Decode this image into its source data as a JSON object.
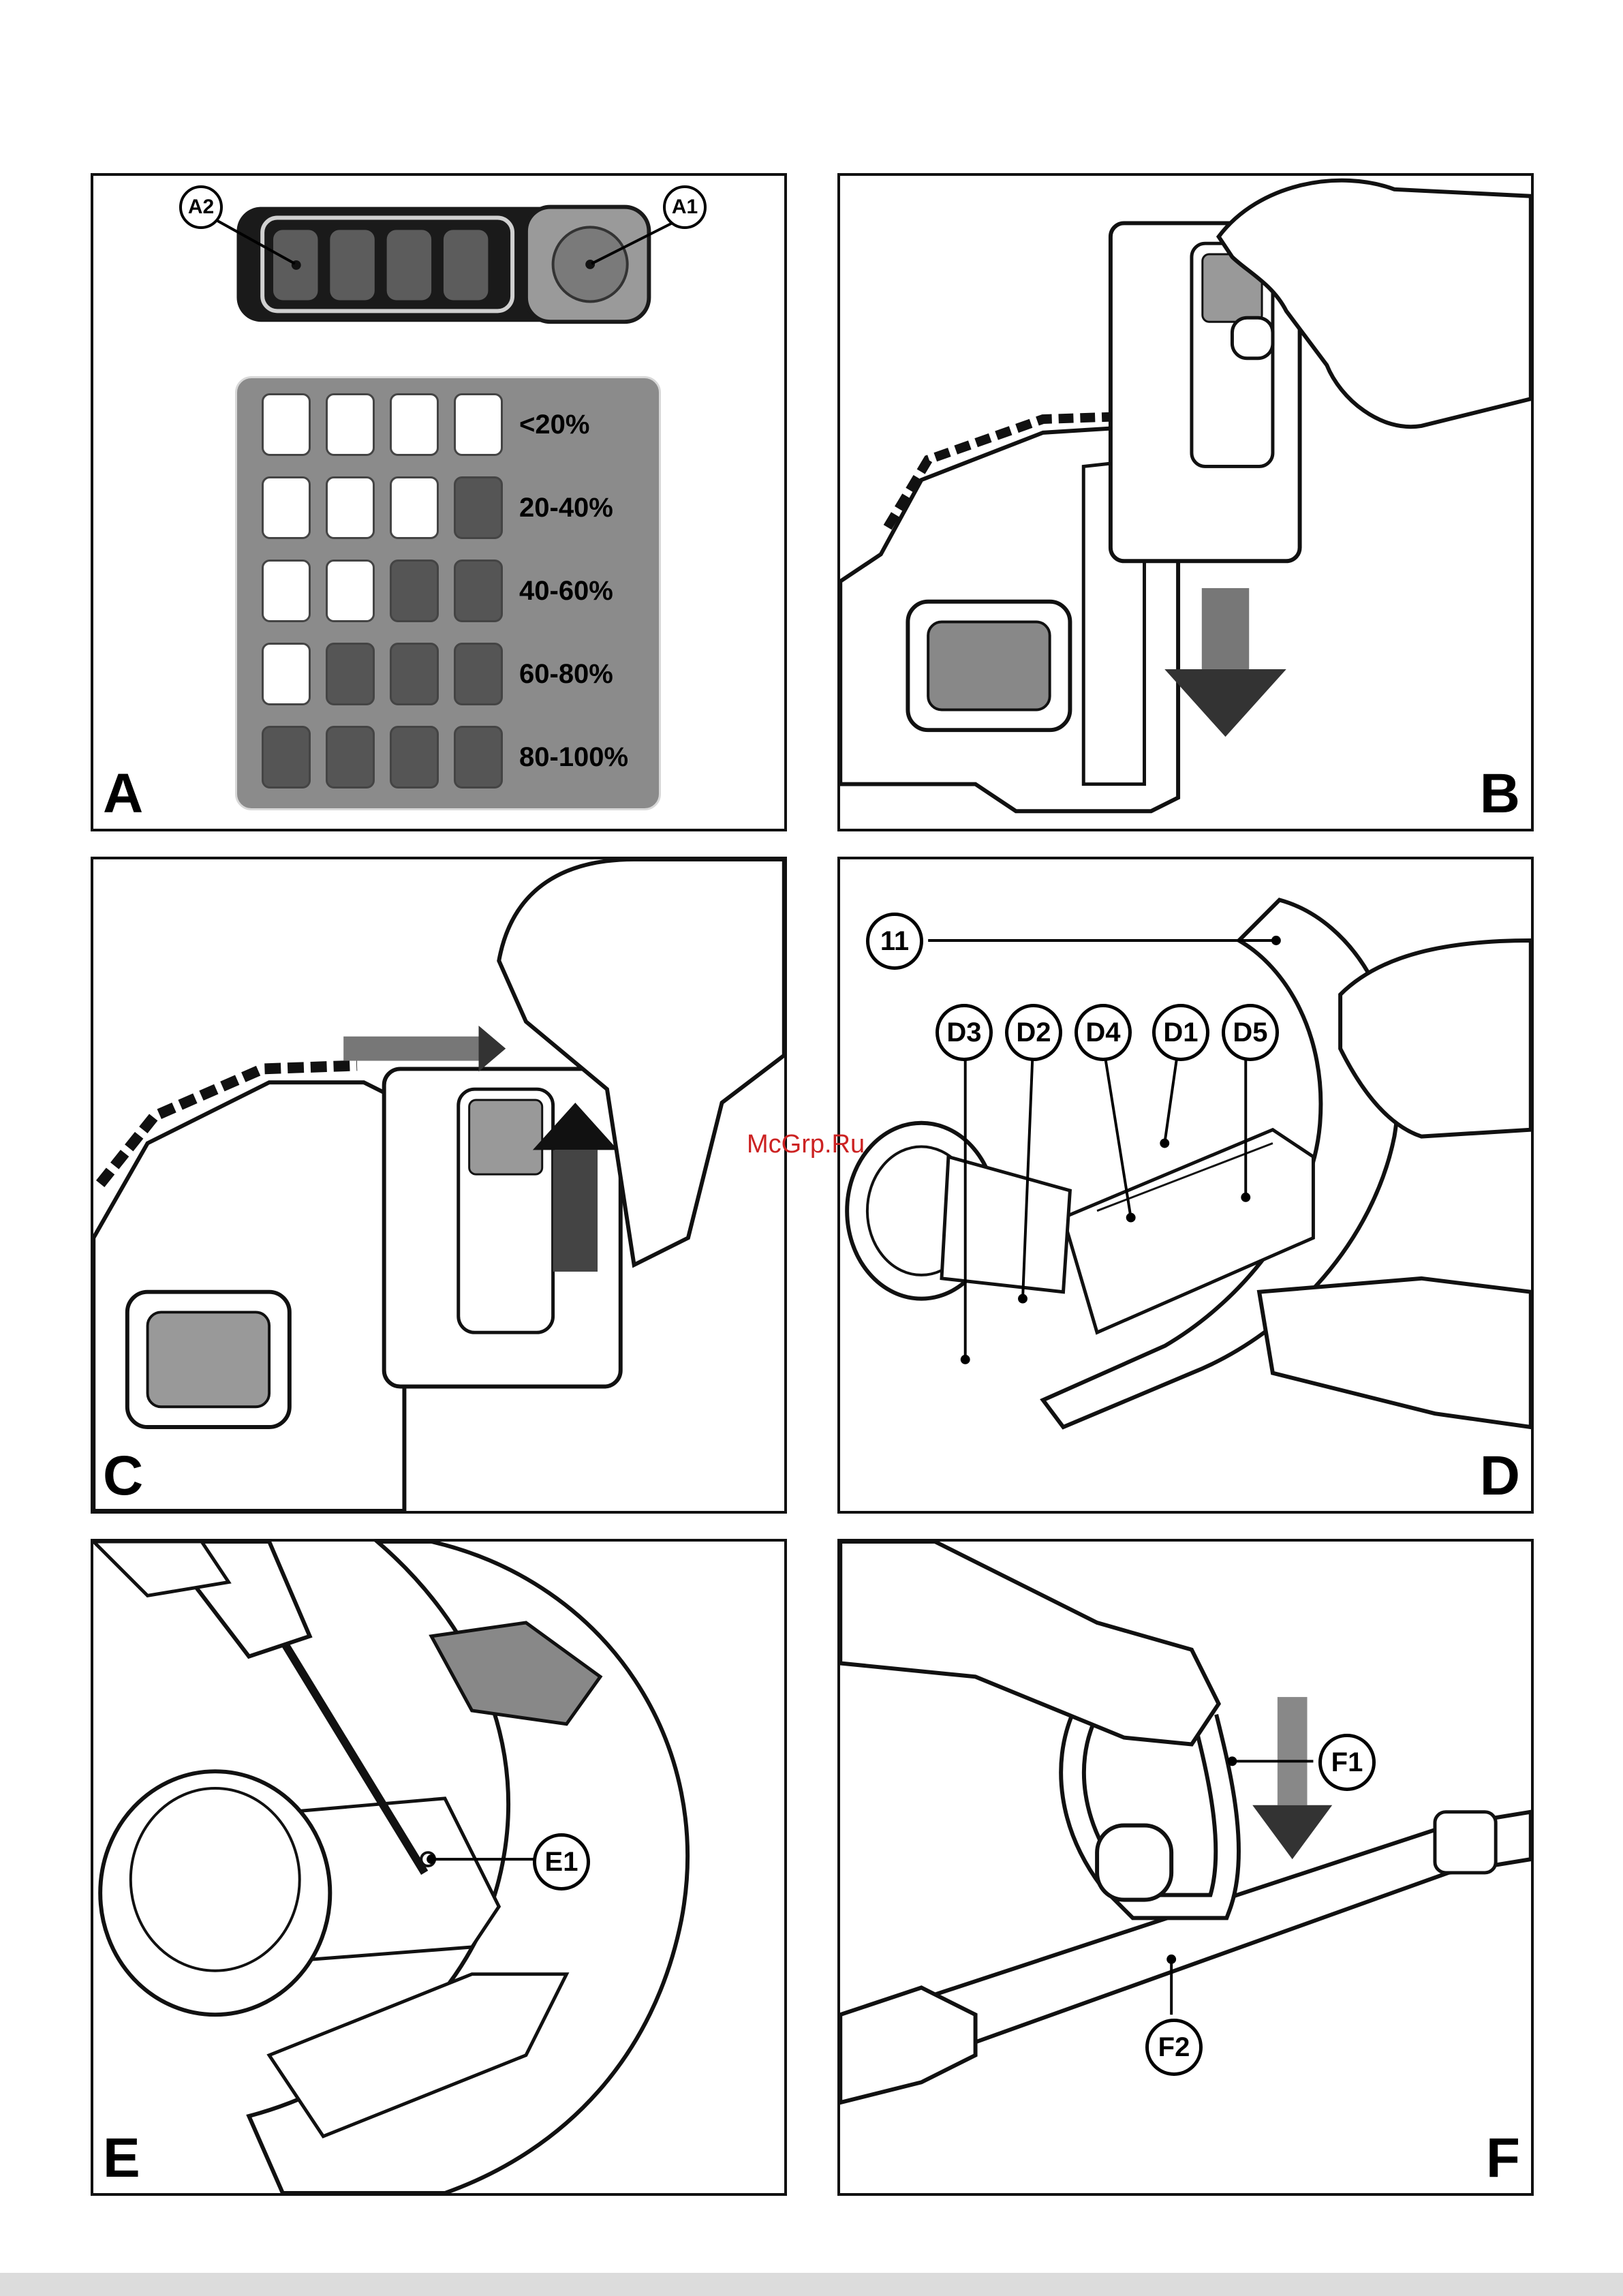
{
  "panels": {
    "a": {
      "label": "A"
    },
    "b": {
      "label": "B"
    },
    "c": {
      "label": "C"
    },
    "d": {
      "label": "D"
    },
    "e": {
      "label": "E"
    },
    "f": {
      "label": "F"
    }
  },
  "callouts": {
    "a1": "A1",
    "a2": "A2",
    "n11": "11",
    "d1": "D1",
    "d2": "D2",
    "d3": "D3",
    "d4": "D4",
    "d5": "D5",
    "e1": "E1",
    "f1": "F1",
    "f2": "F2"
  },
  "charge_levels": [
    {
      "label": "<20%",
      "filled": 0
    },
    {
      "label": "20-40%",
      "filled": 1
    },
    {
      "label": "40-60%",
      "filled": 2
    },
    {
      "label": "60-80%",
      "filled": 3
    },
    {
      "label": "80-100%",
      "filled": 4
    }
  ],
  "watermark": "McGrp.Ru",
  "colors": {
    "indicator_on": "#555555",
    "indicator_off": "#ffffff",
    "panel_bg": "#8b8b8b"
  }
}
